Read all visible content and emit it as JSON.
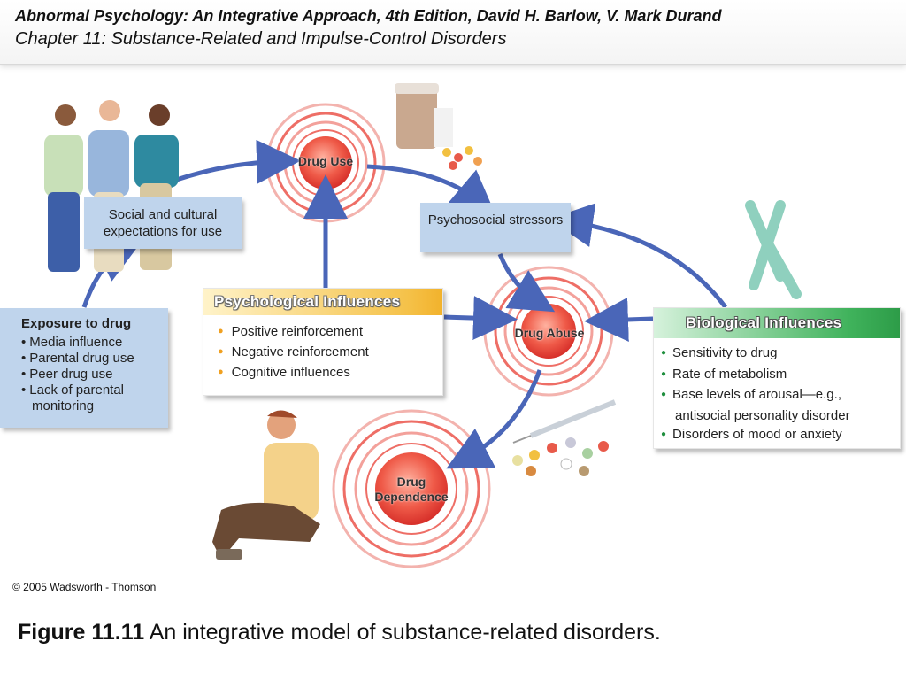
{
  "header": {
    "book_line": "Abnormal Psychology: An Integrative Approach, 4th Edition, David H. Barlow, V. Mark Durand",
    "chapter_line": "Chapter 11: Substance-Related and Impulse-Control Disorders"
  },
  "diagram": {
    "nodes": {
      "drug_use": "Drug Use",
      "drug_abuse": "Drug Abuse",
      "drug_dependence": "Drug Dependence"
    },
    "social": "Social and cultural expectations for use",
    "stressors": "Psychosocial stressors",
    "exposure": {
      "title": "Exposure to drug",
      "items": [
        "Media influence",
        "Parental drug use",
        "Peer drug use",
        "Lack of parental monitoring"
      ]
    },
    "psychological": {
      "title": "Psychological Influences",
      "items": [
        "Positive reinforcement",
        "Negative reinforcement",
        "Cognitive influences"
      ]
    },
    "biological": {
      "title": "Biological Influences",
      "items": [
        "Sensitivity to drug",
        "Rate of metabolism",
        "Base levels of arousal—e.g., antisocial personality disorder",
        "Disorders of mood or anxiety"
      ]
    },
    "copyright": "© 2005 Wadsworth - Thomson",
    "colors": {
      "target_red": "#e8403a",
      "arrow_blue": "#4a66b8",
      "psych_orange": "#f2b22c",
      "bio_green": "#2d9c48",
      "box_blue": "#bfd4ec"
    }
  },
  "caption": {
    "label": "Figure 11.11",
    "text": "An integrative model of substance-related disorders."
  }
}
